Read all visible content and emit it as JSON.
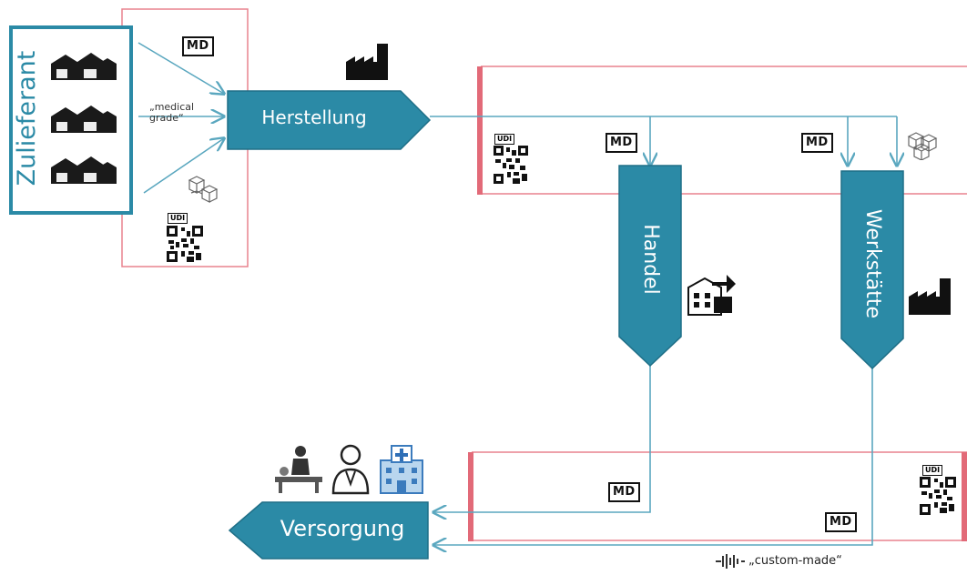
{
  "supplier": {
    "label": "Zulieferant"
  },
  "annotations": {
    "medical_grade_line1": "„medical",
    "medical_grade_line2": "grade“",
    "custom_made": "„custom-made“"
  },
  "nodes": {
    "manufacturing": "Herstellung",
    "trade": "Handel",
    "workshop": "Werkstätte",
    "care": "Versorgung"
  },
  "badges": {
    "md": "MD",
    "udi": "UDI"
  },
  "colors": {
    "node_fill": "#2b8aa6",
    "node_dark": "#1f6f87",
    "supplier_border": "#2b8aa6",
    "frame": "#e8828e",
    "frame_bar": "#e26a78",
    "arrow": "#5aa7bf"
  },
  "icons": [
    "warehouse-icon",
    "factory-icon",
    "cubes-icon",
    "qr-code-icon",
    "building-export-icon",
    "patient-icon",
    "doctor-icon",
    "hospital-icon",
    "sensor-icon"
  ]
}
